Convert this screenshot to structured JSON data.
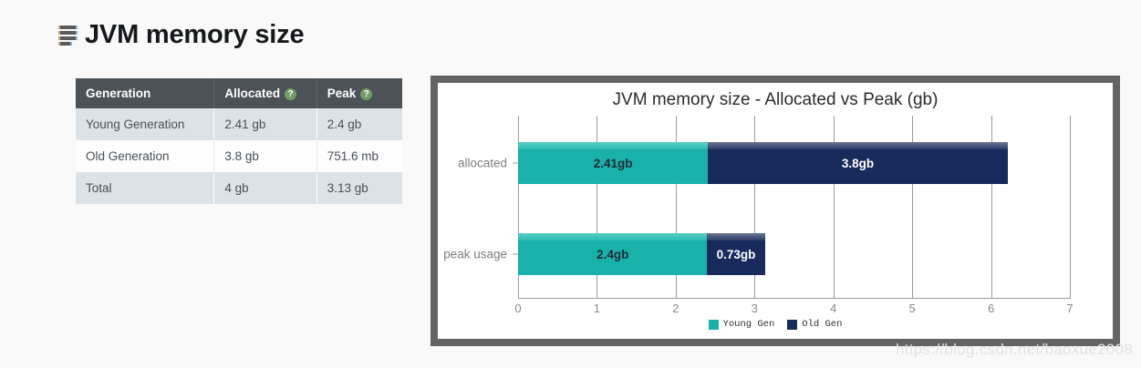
{
  "page": {
    "title": "JVM memory size",
    "icon": "stack-icon",
    "background": "#f9f9f9",
    "watermark": "https://blog.csdn.net/baoxue2008"
  },
  "table": {
    "columns": [
      {
        "label": "Generation",
        "help": false
      },
      {
        "label": "Allocated",
        "help": true,
        "help_glyph": "?"
      },
      {
        "label": "Peak",
        "help": true,
        "help_glyph": "?"
      }
    ],
    "rows": [
      {
        "generation": "Young Generation",
        "allocated": "2.41 gb",
        "peak": "2.4 gb"
      },
      {
        "generation": "Old Generation",
        "allocated": "3.8 gb",
        "peak": "751.6 mb"
      },
      {
        "generation": "Total",
        "allocated": "4 gb",
        "peak": "3.13 gb"
      }
    ],
    "header_bg": "#4b5258",
    "row_alt_bg": "#dbe2e8"
  },
  "chart_data": {
    "type": "bar",
    "orientation": "horizontal",
    "stacked": true,
    "title": "JVM memory size - Allocated vs Peak (gb)",
    "xlabel": "",
    "ylabel": "",
    "categories": [
      "allocated",
      "peak usage"
    ],
    "xlim": [
      0,
      7
    ],
    "xticks": [
      "0",
      "1",
      "2",
      "3",
      "4",
      "5",
      "6",
      "7"
    ],
    "grid": true,
    "legend_position": "bottom",
    "series": [
      {
        "name": "Young Gen",
        "color": "#18b2ab",
        "values": [
          2.41,
          2.4
        ],
        "labels": [
          "2.41gb",
          "2.4gb"
        ]
      },
      {
        "name": "Old Gen",
        "color": "#182a5c",
        "values": [
          3.8,
          0.73
        ],
        "labels": [
          "3.8gb",
          "0.73gb"
        ]
      }
    ],
    "totals": [
      6.21,
      3.13
    ]
  }
}
